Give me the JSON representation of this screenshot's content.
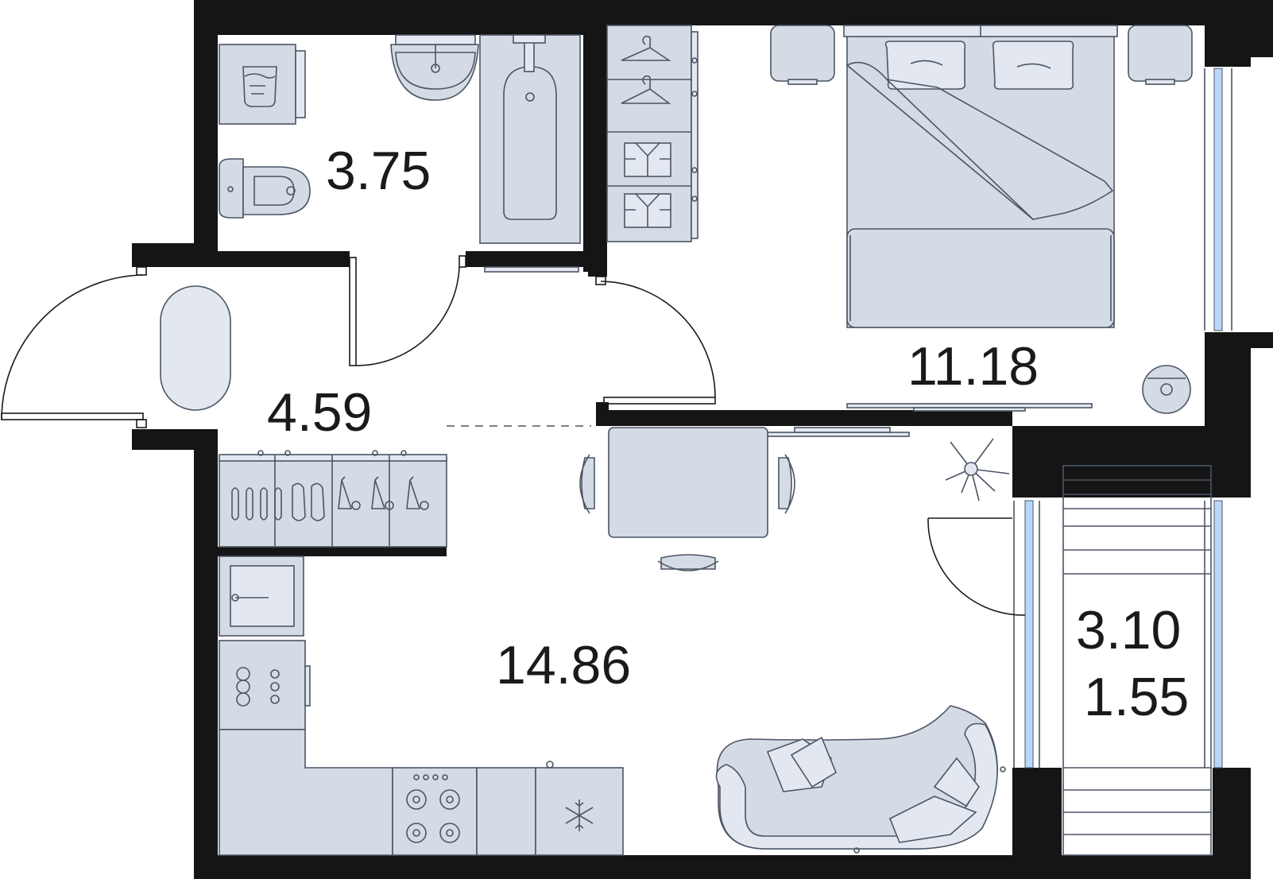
{
  "rooms": [
    {
      "id": "bathroom",
      "area": "3.75"
    },
    {
      "id": "hallway",
      "area": "4.59"
    },
    {
      "id": "bedroom",
      "area": "11.18"
    },
    {
      "id": "kitchen-living",
      "area": "14.86"
    },
    {
      "id": "balcony",
      "area": "3.10",
      "area_reduced": "1.55"
    }
  ],
  "colors": {
    "wall": "#151515",
    "furniture": "#d5dbe4",
    "furniture_stroke": "#4b5566",
    "window": "#b7d7fb",
    "background": "#ffffff"
  }
}
